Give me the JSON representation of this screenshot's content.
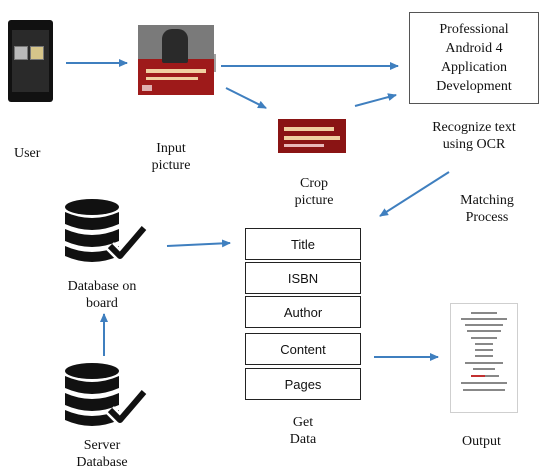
{
  "labels": {
    "user": "User",
    "input_picture": [
      "Input",
      "picture"
    ],
    "crop_picture": [
      "Crop",
      "picture"
    ],
    "recognize": [
      "Recognize text",
      "using OCR"
    ],
    "matching": [
      "Matching",
      "Process"
    ],
    "db_on_board": [
      "Database on",
      "board"
    ],
    "server_db": [
      "Server",
      "Database"
    ],
    "get_data": [
      "Get",
      "Data"
    ],
    "output": "Output"
  },
  "ocr_result": [
    "Professional",
    "Android 4",
    "Application",
    "Development"
  ],
  "fields": [
    "Title",
    "ISBN",
    "Author",
    "Content",
    "Pages"
  ],
  "colors": {
    "arrow": "#3f7fbf",
    "db": "#111111",
    "cover": "#9e1a1a"
  },
  "icons": [
    "phone-icon",
    "book-cover-icon",
    "database-check-icon",
    "document-icon"
  ]
}
